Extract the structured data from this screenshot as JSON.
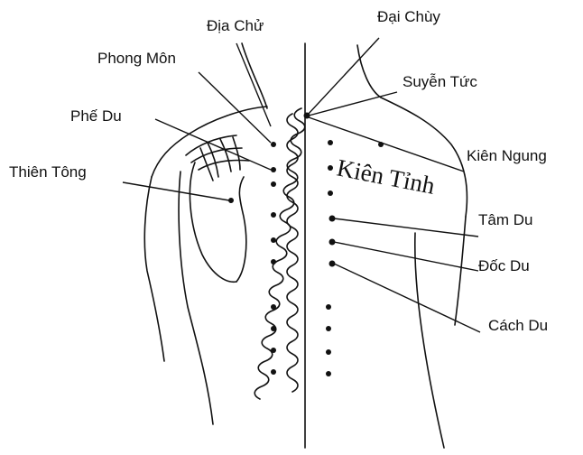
{
  "diagram": {
    "labels": {
      "dia_chu": "Địa Chử",
      "dai_chuy": "Đại Chùy",
      "phong_mon": "Phong Môn",
      "suyen_tuc": "Suyễn Tức",
      "phe_du": "Phế Du",
      "kien_ngung": "Kiên Ngung",
      "thien_tong": "Thiên Tông",
      "tam_du": "Tâm Du",
      "doc_du": "Đốc Du",
      "cach_du": "Cách Du",
      "kien_tinh": "Kiên Tỉnh"
    },
    "colors": {
      "ink": "#111111",
      "paper": "#ffffff"
    }
  }
}
